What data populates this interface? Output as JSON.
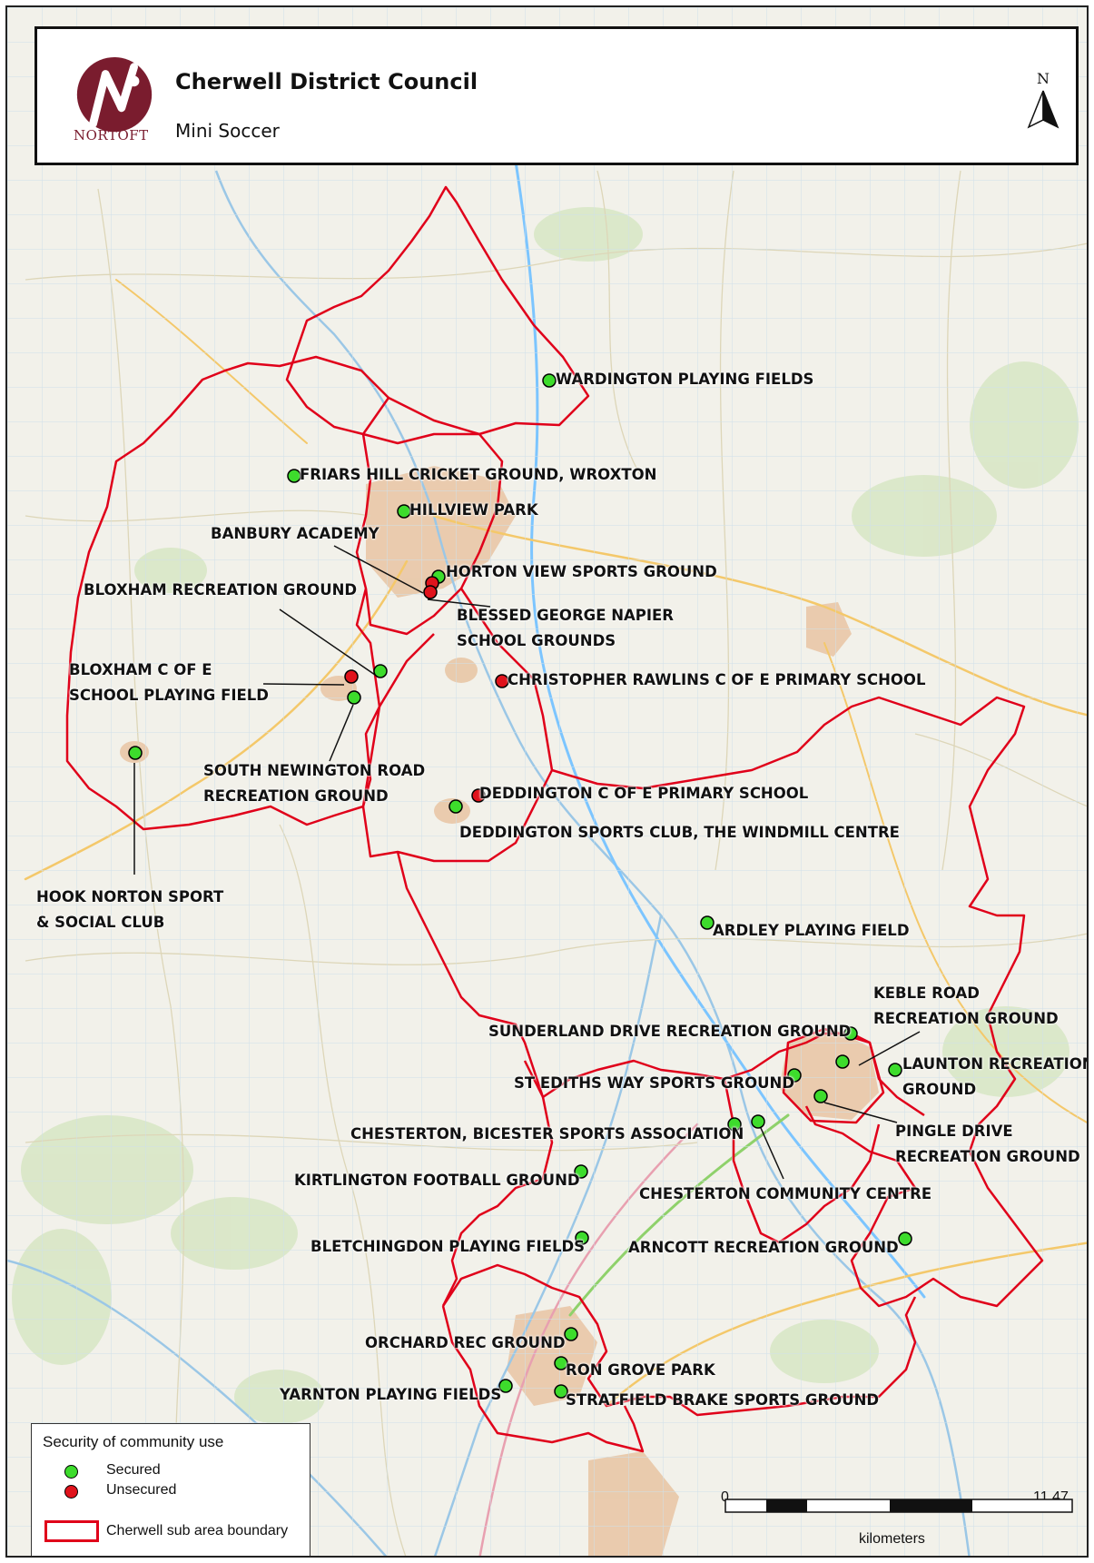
{
  "header": {
    "organisation": "Cherwell District Council",
    "map_title": "Mini Soccer",
    "logo_text": "NORTOFT",
    "north_label": "N"
  },
  "colors": {
    "secured": "#3ddc2c",
    "unsecured": "#e0131c",
    "boundary": "#e0001a",
    "map_base": "#f2f1ea",
    "town": "#e9c7a7"
  },
  "sites": [
    {
      "name": "WARDINGTON PLAYING FIELDS",
      "status": "secured"
    },
    {
      "name": "FRIARS HILL CRICKET GROUND, WROXTON",
      "status": "secured"
    },
    {
      "name": "HILLVIEW PARK",
      "status": "secured"
    },
    {
      "name": "BANBURY ACADEMY",
      "status": "unsecured"
    },
    {
      "name": "HORTON VIEW SPORTS GROUND",
      "status": "secured"
    },
    {
      "name": "BLESSED GEORGE NAPIER SCHOOL GROUNDS",
      "label_lines": [
        "BLESSED GEORGE NAPIER",
        "SCHOOL GROUNDS"
      ],
      "status": "unsecured"
    },
    {
      "name": "BLOXHAM RECREATION GROUND",
      "status": "secured"
    },
    {
      "name": "BLOXHAM C OF E SCHOOL PLAYING FIELD",
      "label_lines": [
        "BLOXHAM C OF E",
        "SCHOOL PLAYING FIELD"
      ],
      "status": "unsecured"
    },
    {
      "name": "CHRISTOPHER RAWLINS C OF E PRIMARY SCHOOL",
      "status": "unsecured"
    },
    {
      "name": "SOUTH NEWINGTON ROAD RECREATION GROUND",
      "label_lines": [
        "SOUTH NEWINGTON ROAD",
        "RECREATION GROUND"
      ],
      "status": "secured"
    },
    {
      "name": "HOOK NORTON SPORT & SOCIAL CLUB",
      "label_lines": [
        "HOOK NORTON SPORT",
        "& SOCIAL CLUB"
      ],
      "status": "secured"
    },
    {
      "name": "DEDDINGTON C OF E PRIMARY SCHOOL",
      "status": "unsecured"
    },
    {
      "name": "DEDDINGTON SPORTS CLUB, THE WINDMILL CENTRE",
      "status": "secured"
    },
    {
      "name": "ARDLEY PLAYING FIELD",
      "status": "secured"
    },
    {
      "name": "KEBLE ROAD RECREATION GROUND",
      "label_lines": [
        "KEBLE ROAD",
        "RECREATION GROUND"
      ],
      "status": "secured"
    },
    {
      "name": "SUNDERLAND DRIVE RECREATION GROUND",
      "status": "secured"
    },
    {
      "name": "LAUNTON RECREATION GROUND",
      "label_lines": [
        "LAUNTON RECREATION",
        "GROUND"
      ],
      "status": "secured"
    },
    {
      "name": "ST EDITHS WAY SPORTS GROUND",
      "status": "secured"
    },
    {
      "name": "PINGLE DRIVE RECREATION GROUND",
      "label_lines": [
        "PINGLE DRIVE",
        "RECREATION GROUND"
      ],
      "status": "secured"
    },
    {
      "name": "CHESTERTON, BICESTER SPORTS ASSOCIATION",
      "status": "secured"
    },
    {
      "name": "CHESTERTON COMMUNITY CENTRE",
      "status": "secured"
    },
    {
      "name": "KIRTLINGTON FOOTBALL GROUND",
      "status": "secured"
    },
    {
      "name": "BLETCHINGDON PLAYING FIELDS",
      "status": "secured"
    },
    {
      "name": "ARNCOTT RECREATION GROUND",
      "status": "secured"
    },
    {
      "name": "ORCHARD REC GROUND",
      "status": "secured"
    },
    {
      "name": "RON GROVE PARK",
      "status": "secured"
    },
    {
      "name": "YARNTON PLAYING FIELDS",
      "status": "secured"
    },
    {
      "name": "STRATFIELD BRAKE SPORTS GROUND",
      "status": "secured"
    }
  ],
  "legend": {
    "title": "Security of community use",
    "items": [
      {
        "label": "Secured",
        "status": "secured"
      },
      {
        "label": "Unsecured",
        "status": "unsecured"
      }
    ],
    "boundary_label": "Cherwell sub area boundary"
  },
  "scale_bar": {
    "start": "0",
    "end": "11.47",
    "unit": "kilometers"
  }
}
